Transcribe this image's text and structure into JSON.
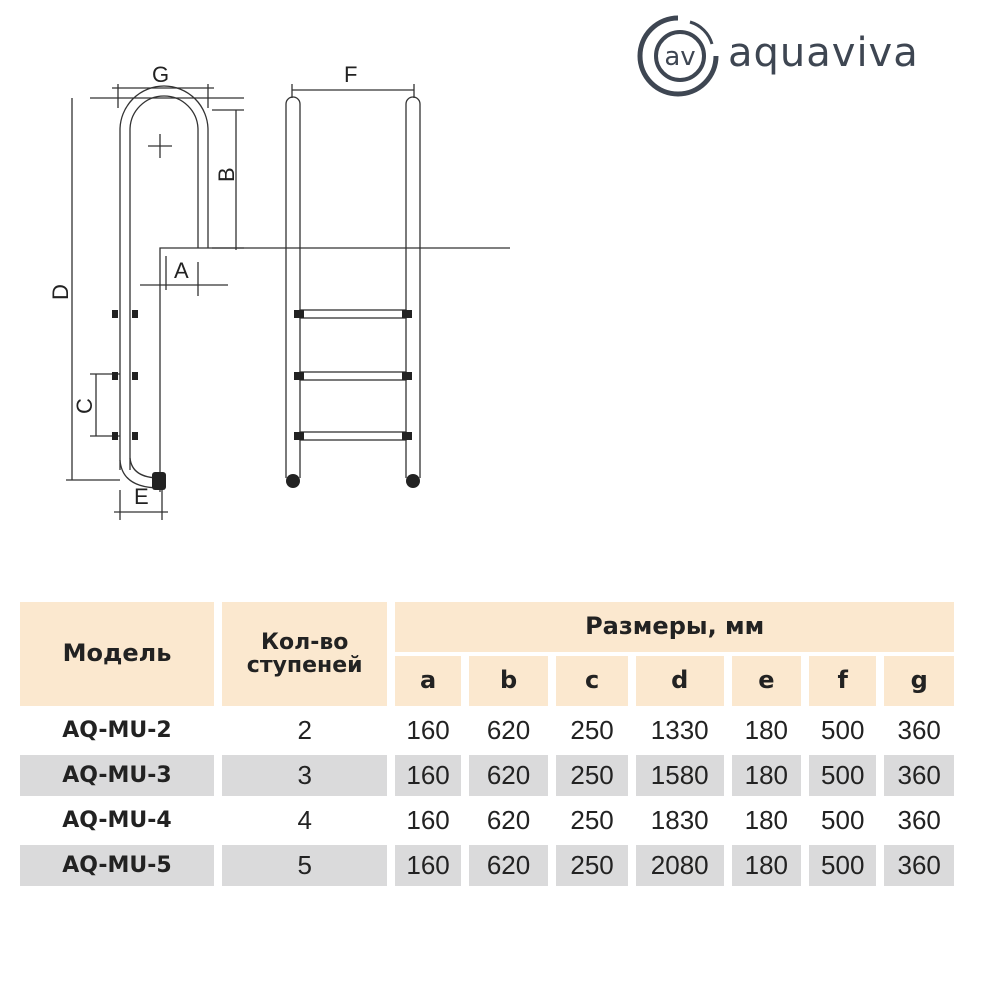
{
  "brand": {
    "name": "aquaviva",
    "mark": "av"
  },
  "drawing": {
    "labels": {
      "g": "G",
      "f": "F",
      "b": "B",
      "a": "A",
      "d": "D",
      "c": "C",
      "e": "E"
    }
  },
  "table": {
    "header": {
      "model": "Модель",
      "steps_line1": "Кол-во",
      "steps_line2": "ступеней",
      "dims": "Размеры, мм",
      "params": [
        "a",
        "b",
        "c",
        "d",
        "e",
        "f",
        "g"
      ]
    },
    "rows": [
      {
        "model": "AQ-MU-2",
        "steps": "2",
        "values": [
          "160",
          "620",
          "250",
          "1330",
          "180",
          "500",
          "360"
        ]
      },
      {
        "model": "AQ-MU-3",
        "steps": "3",
        "values": [
          "160",
          "620",
          "250",
          "1580",
          "180",
          "500",
          "360"
        ]
      },
      {
        "model": "AQ-MU-4",
        "steps": "4",
        "values": [
          "160",
          "620",
          "250",
          "1830",
          "180",
          "500",
          "360"
        ]
      },
      {
        "model": "AQ-MU-5",
        "steps": "5",
        "values": [
          "160",
          "620",
          "250",
          "2080",
          "180",
          "500",
          "360"
        ]
      }
    ]
  }
}
